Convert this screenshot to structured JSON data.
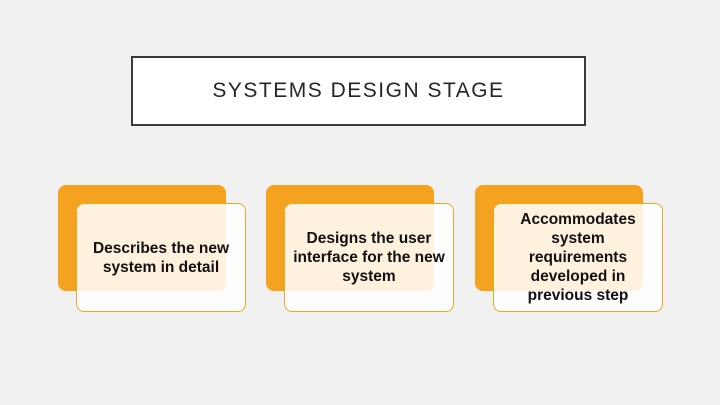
{
  "slide": {
    "title": "SYSTEMS DESIGN STAGE",
    "cards": [
      {
        "text": "Describes the new system in detail"
      },
      {
        "text": "Designs the user interface for the new system"
      },
      {
        "text": "Accommodates system requirements developed in previous step"
      }
    ]
  },
  "colors": {
    "background": "#f1f1f1",
    "accent": "#f4a21f",
    "card_fill": "#ffffff",
    "title_border": "#3a3a3a"
  }
}
